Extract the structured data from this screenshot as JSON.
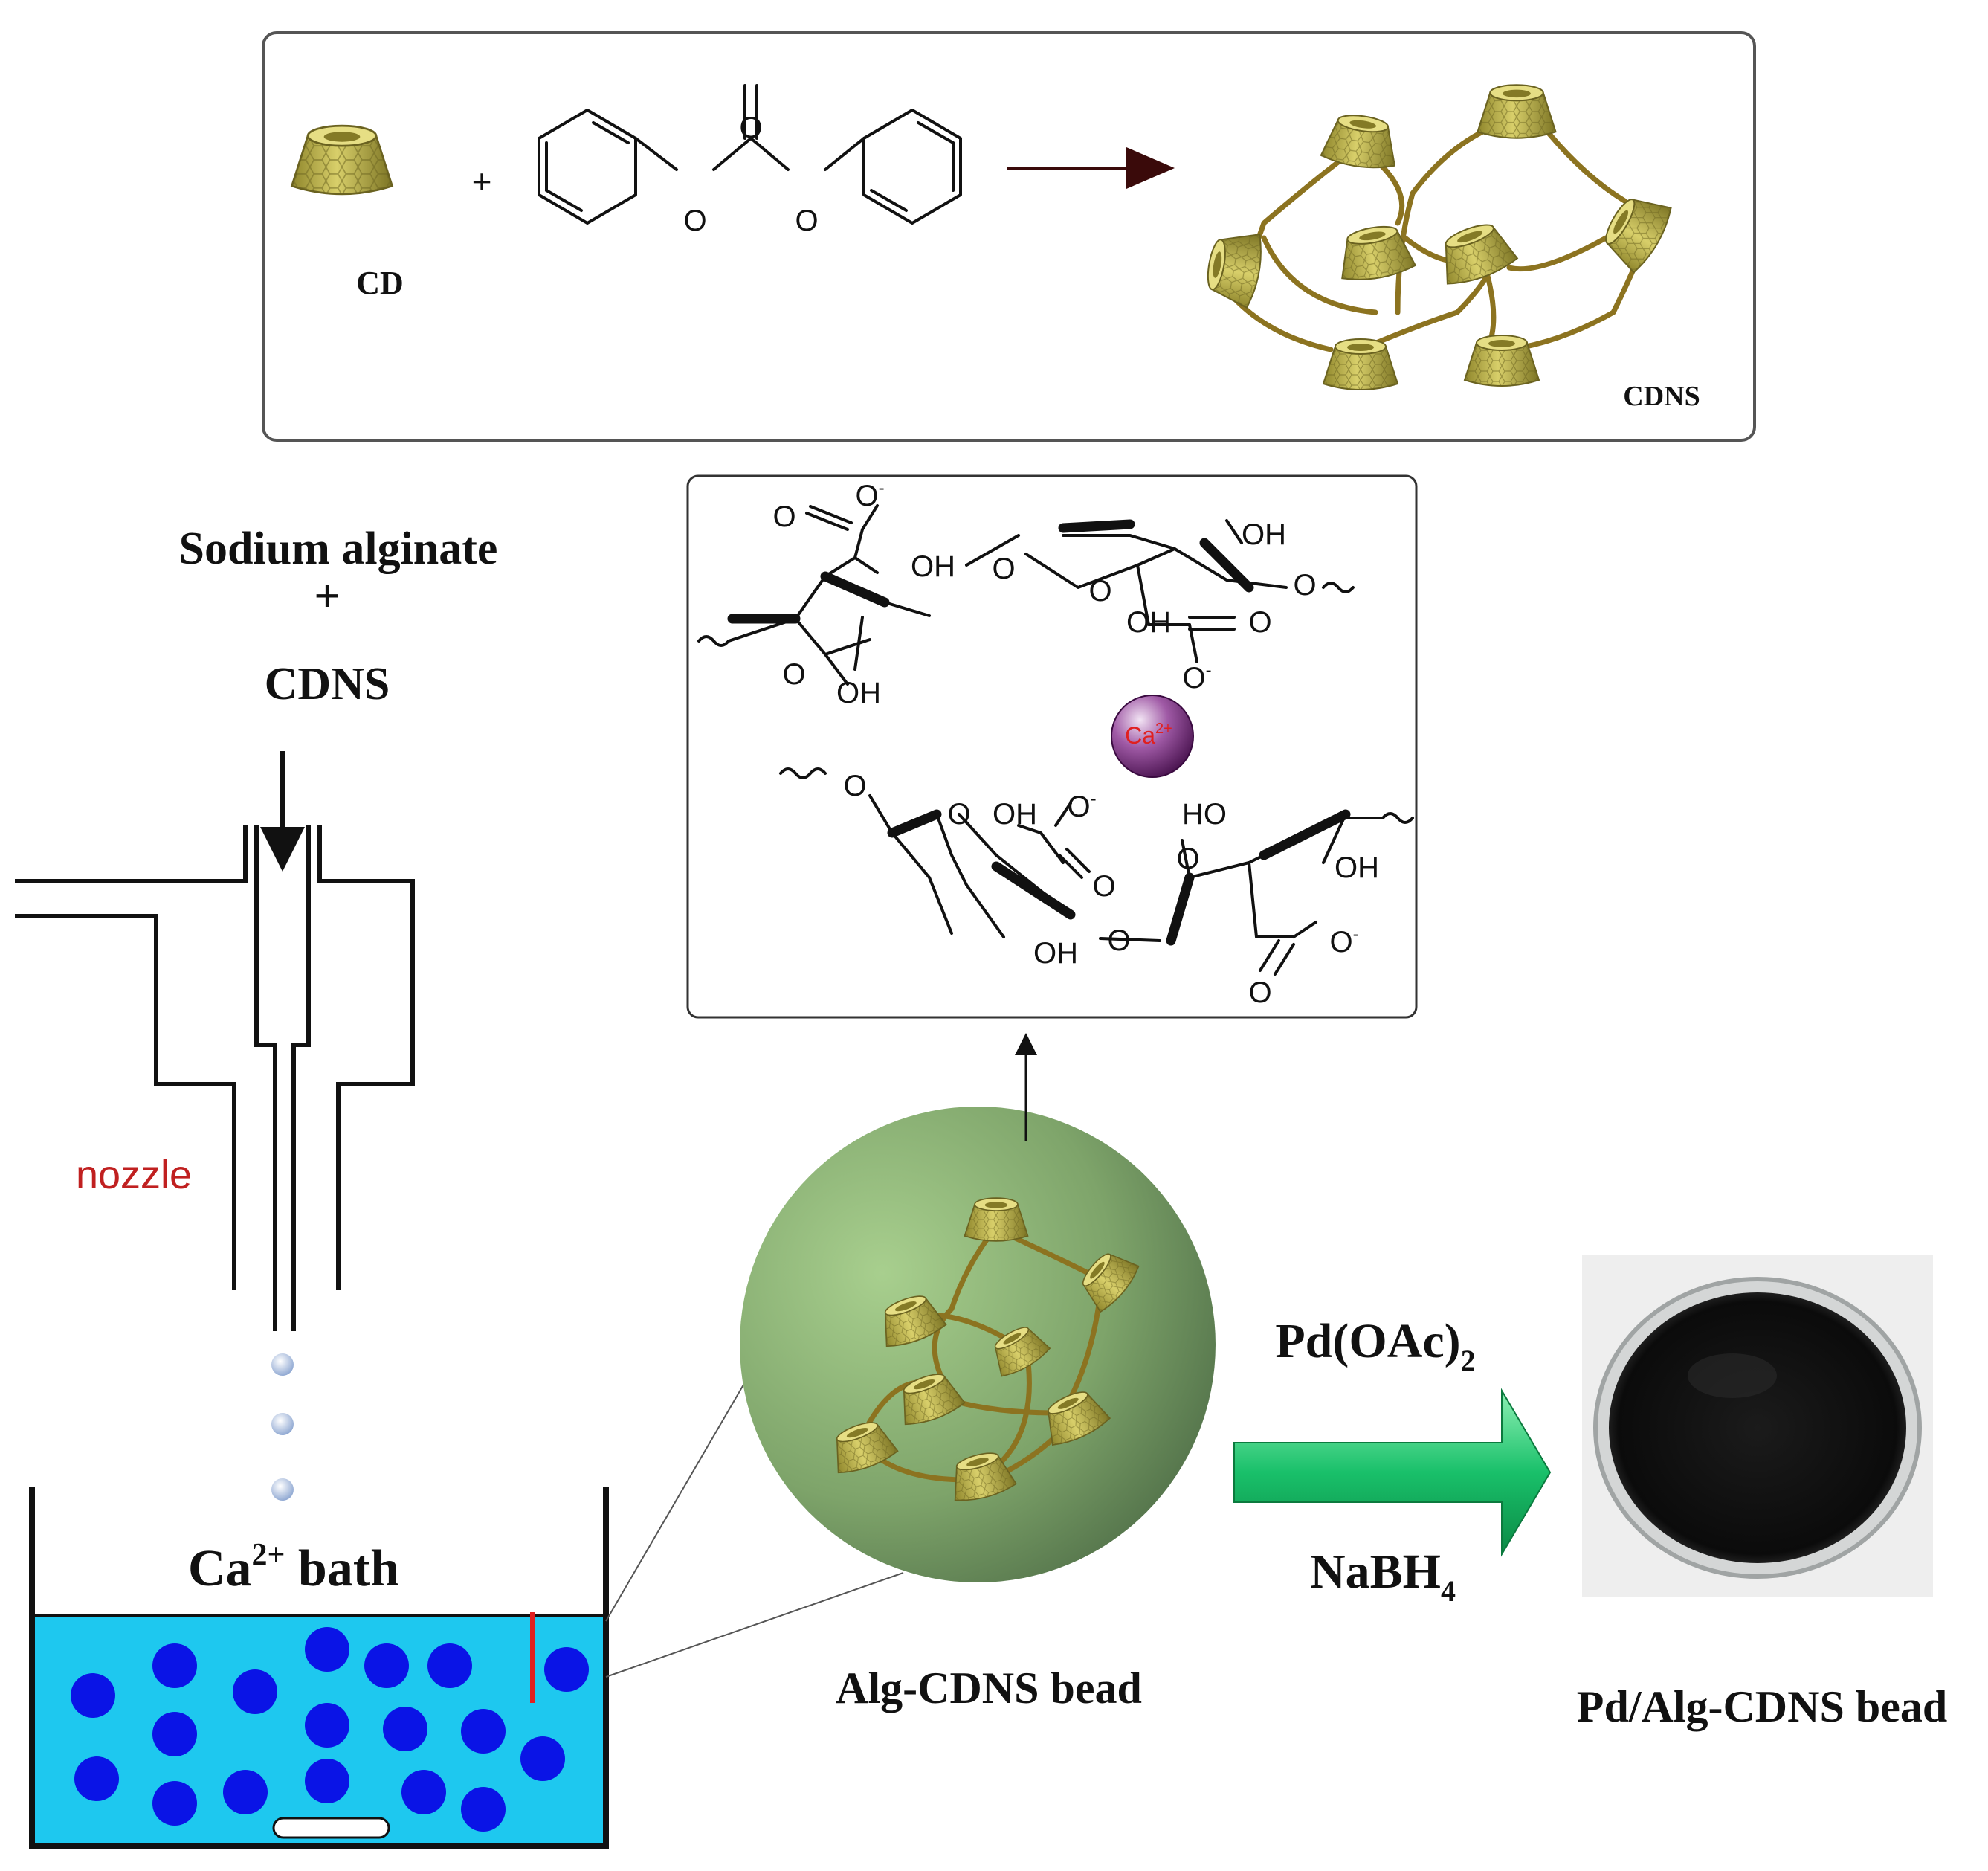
{
  "synthesis_panel": {
    "cd_label": "CD",
    "plus": "+",
    "carbonyl_o": "O",
    "ester_o_left": "O",
    "ester_o_right": "O",
    "cdns_label": "CDNS"
  },
  "feed": {
    "line1": "Sodium alginate",
    "plus": "+",
    "line2": "CDNS"
  },
  "nozzle_label": "nozzle",
  "bath": {
    "label_main": "Ca",
    "label_sup": "2+",
    "label_rest": " bath"
  },
  "alginate_panel": {
    "ca_ion": "Ca",
    "ca_sup": "2+",
    "labels": {
      "o1": "O",
      "o1_charge": "-",
      "oh1": "OH",
      "o_link1": "O",
      "ring_o1": "O",
      "oh2": "OH",
      "oh3": "OH",
      "ring_o2": "O",
      "oh4": "OH",
      "carbonyl2": "O",
      "o_minus2": "O",
      "o_minus2_charge": "-",
      "o_tail": "O",
      "o_start": "O",
      "ring_o3": "O",
      "oh5": "OH",
      "o_minus3": "O",
      "o_minus3_charge": "-",
      "carbonyl3": "O",
      "oh6": "OH",
      "o_link2": "O",
      "ho7": "HO",
      "ring_o4": "O",
      "oh8": "OH",
      "o_minus4": "O",
      "o_minus4_charge": "-",
      "carbonyl4": "O"
    }
  },
  "bead_label": "Alg-CDNS bead",
  "reagents": {
    "top_main": "Pd(OAc)",
    "top_sub": "2",
    "bottom_main": "NaBH",
    "bottom_sub": "4"
  },
  "product_label": "Pd/Alg-CDNS bead"
}
